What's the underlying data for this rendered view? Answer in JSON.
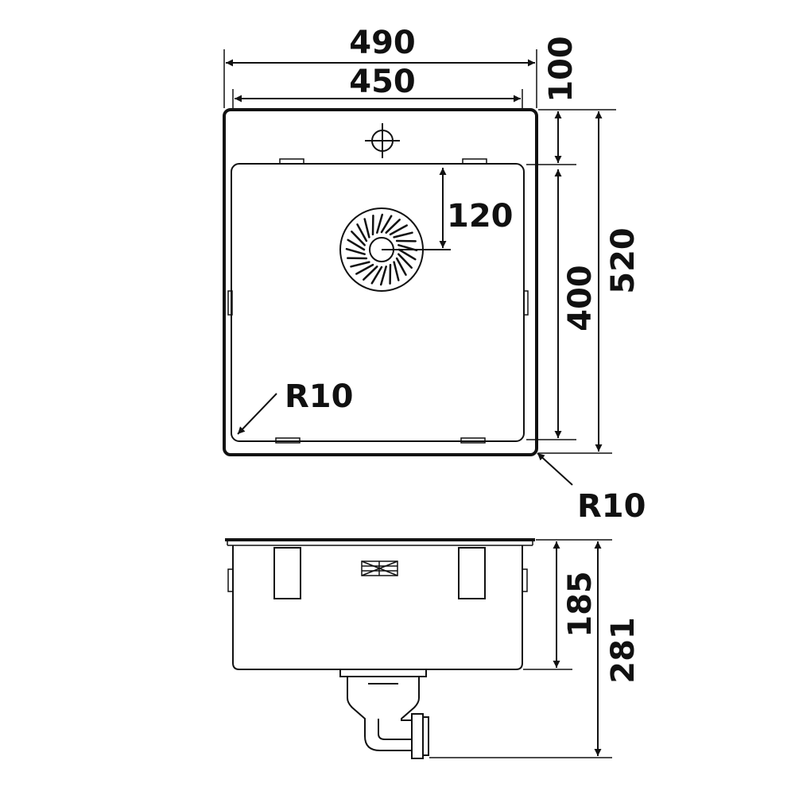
{
  "drawing": {
    "labels": {
      "overall_width": "490",
      "bowl_width": "450",
      "rear_ledge_depth": "100",
      "overall_depth": "520",
      "bowl_depth": "400",
      "drain_offset": "120",
      "inner_radius": "R10",
      "outer_radius": "R10",
      "bowl_height": "185",
      "total_height": "281"
    },
    "colors": {
      "line": "#111111",
      "background": "#ffffff"
    }
  }
}
